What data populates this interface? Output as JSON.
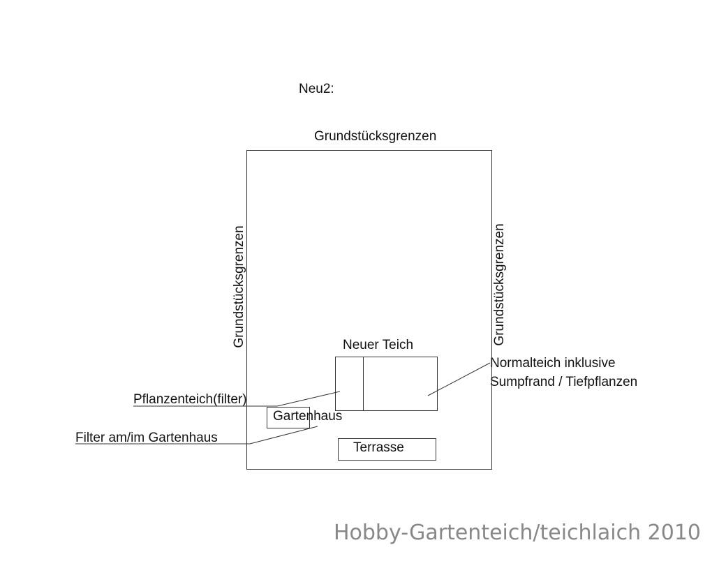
{
  "diagram": {
    "title": "Neu2:",
    "boundary_top_label": "Grundstücksgrenzen",
    "boundary_left_label": "Grundstücksgrenzen",
    "boundary_right_label": "Grundstücksgrenzen",
    "pond_label": "Neuer Teich",
    "plant_pond_label": "Pflanzenteich(filter)",
    "normal_pond_label_line1": "Normalteich inklusive",
    "normal_pond_label_line2": "Sumpfrand / Tiefpflanzen",
    "garden_house_label": "Gartenhaus",
    "filter_label": "Filter am/im Gartenhaus",
    "terrace_label": "Terrasse"
  },
  "watermark": "Hobby-Gartenteich/teichlaich 2010"
}
